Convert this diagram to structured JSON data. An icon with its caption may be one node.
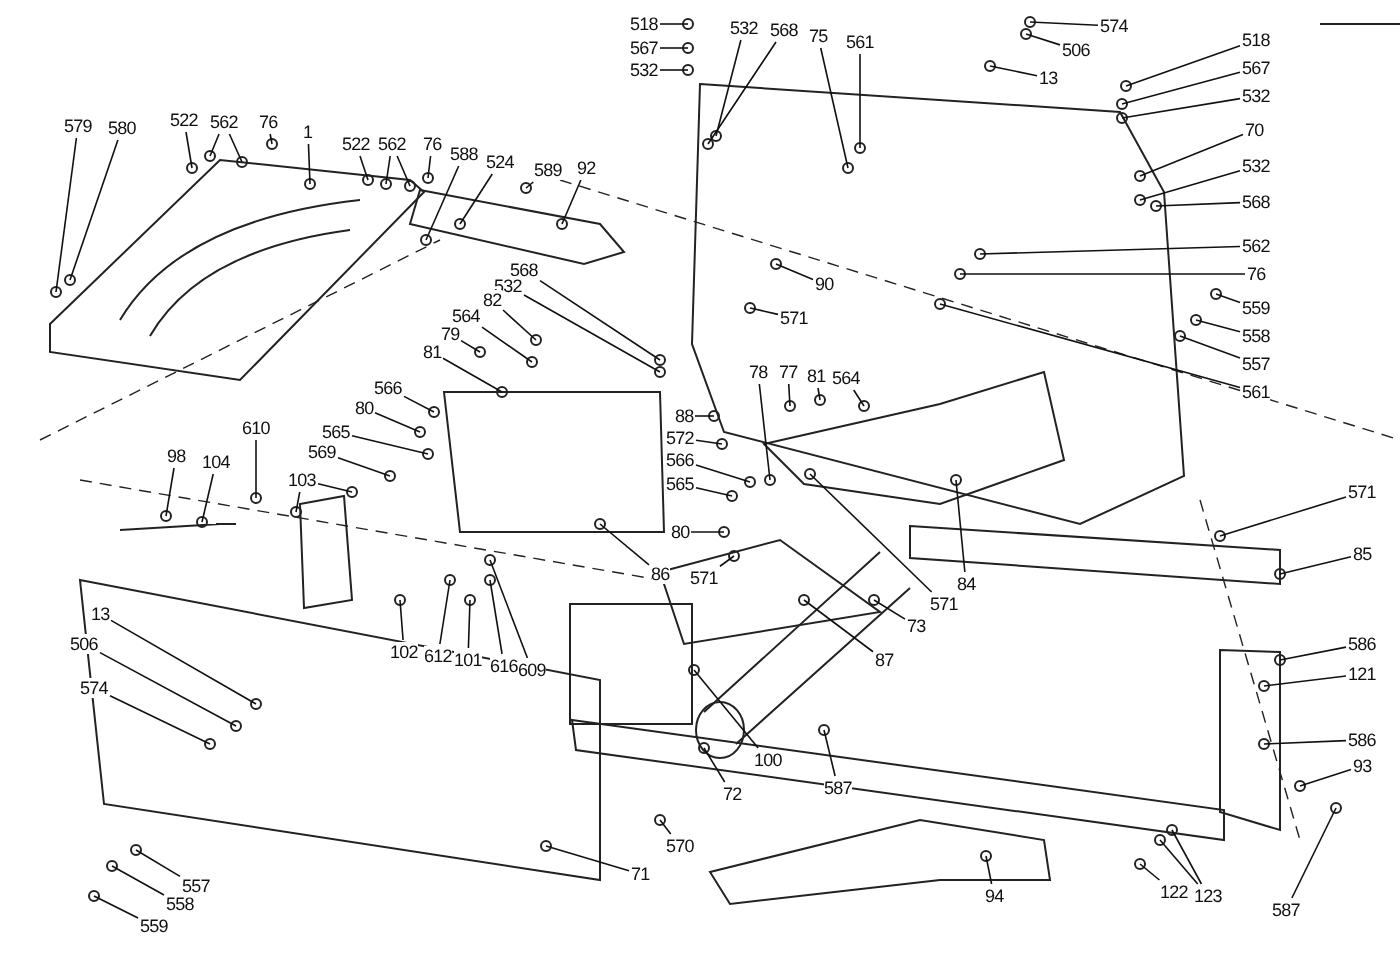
{
  "diagram": {
    "nodes": [
      {
        "text": [
          "579"
        ]
      },
      {
        "text": [
          "580"
        ]
      },
      {
        "text": [
          "522"
        ]
      },
      {
        "text": [
          "562"
        ]
      },
      {
        "text": [
          "76"
        ]
      },
      {
        "text": [
          "1"
        ]
      },
      {
        "text": [
          "522"
        ]
      },
      {
        "text": [
          "562"
        ]
      },
      {
        "text": [
          "76"
        ]
      },
      {
        "text": [
          "588"
        ]
      },
      {
        "text": [
          "524"
        ]
      },
      {
        "text": [
          "589"
        ]
      },
      {
        "text": [
          "92"
        ]
      },
      {
        "text": [
          "568"
        ]
      },
      {
        "text": [
          "532"
        ]
      },
      {
        "text": [
          "82"
        ]
      },
      {
        "text": [
          "564"
        ]
      },
      {
        "text": [
          "79"
        ]
      },
      {
        "text": [
          "81"
        ]
      },
      {
        "text": [
          "566"
        ]
      },
      {
        "text": [
          "80"
        ]
      },
      {
        "text": [
          "565"
        ]
      },
      {
        "text": [
          "610"
        ]
      },
      {
        "text": [
          "98"
        ]
      },
      {
        "text": [
          "104"
        ]
      },
      {
        "text": [
          "103"
        ]
      },
      {
        "text": [
          "569"
        ]
      },
      {
        "text": [
          "518"
        ]
      },
      {
        "text": [
          "567"
        ]
      },
      {
        "text": [
          "532"
        ]
      },
      {
        "text": [
          "532"
        ]
      },
      {
        "text": [
          "568"
        ]
      },
      {
        "text": [
          "75"
        ]
      },
      {
        "text": [
          "561"
        ]
      },
      {
        "text": [
          "574"
        ]
      },
      {
        "text": [
          "506"
        ]
      },
      {
        "text": [
          "13"
        ]
      },
      {
        "text": [
          "518"
        ]
      },
      {
        "text": [
          "567"
        ]
      },
      {
        "text": [
          "532"
        ]
      },
      {
        "text": [
          "70"
        ]
      },
      {
        "text": [
          "532"
        ]
      },
      {
        "text": [
          "568"
        ]
      },
      {
        "text": [
          "562"
        ]
      },
      {
        "text": [
          "76"
        ]
      },
      {
        "text": [
          "559"
        ]
      },
      {
        "text": [
          "558"
        ]
      },
      {
        "text": [
          "557"
        ]
      },
      {
        "text": [
          "561"
        ]
      },
      {
        "text": [
          "90"
        ]
      },
      {
        "text": [
          "571"
        ]
      },
      {
        "text": [
          "78"
        ]
      },
      {
        "text": [
          "77"
        ]
      },
      {
        "text": [
          "81"
        ]
      },
      {
        "text": [
          "564"
        ]
      },
      {
        "text": [
          "88"
        ]
      },
      {
        "text": [
          "572"
        ]
      },
      {
        "text": [
          "566"
        ]
      },
      {
        "text": [
          "565"
        ]
      },
      {
        "text": [
          "80"
        ]
      },
      {
        "text": [
          "86"
        ]
      },
      {
        "text": [
          "571"
        ]
      },
      {
        "text": [
          "84"
        ]
      },
      {
        "text": [
          "571"
        ]
      },
      {
        "text": [
          "73"
        ]
      },
      {
        "text": [
          "87"
        ]
      },
      {
        "text": [
          "571"
        ]
      },
      {
        "text": [
          "85"
        ]
      },
      {
        "text": [
          "586"
        ]
      },
      {
        "text": [
          "121"
        ]
      },
      {
        "text": [
          "586"
        ]
      },
      {
        "text": [
          "93"
        ]
      },
      {
        "text": [
          "587"
        ]
      },
      {
        "text": [
          "587"
        ]
      },
      {
        "text": [
          "100"
        ]
      },
      {
        "text": [
          "72"
        ]
      },
      {
        "text": [
          "570"
        ]
      },
      {
        "text": [
          "94"
        ]
      },
      {
        "text": [
          "122"
        ]
      },
      {
        "text": [
          "123"
        ]
      },
      {
        "text": [
          "102"
        ]
      },
      {
        "text": [
          "612"
        ]
      },
      {
        "text": [
          "101"
        ]
      },
      {
        "text": [
          "616"
        ]
      },
      {
        "text": [
          "609"
        ]
      },
      {
        "text": [
          "13"
        ]
      },
      {
        "text": [
          "506"
        ]
      },
      {
        "text": [
          "574"
        ]
      },
      {
        "text": [
          "557"
        ]
      },
      {
        "text": [
          "558"
        ]
      },
      {
        "text": [
          "559"
        ]
      },
      {
        "text": [
          "71"
        ]
      }
    ],
    "edges": [
      {
        "from": 0,
        "to": null,
        "arrow": "none"
      },
      {
        "from": 1,
        "to": null,
        "arrow": "none"
      },
      {
        "from": 2,
        "to": null,
        "arrow": "none"
      },
      {
        "from": 3,
        "to": null,
        "arrow": "none"
      },
      {
        "from": 3,
        "to": null,
        "arrow": "none"
      },
      {
        "from": 4,
        "to": null,
        "arrow": "none"
      },
      {
        "from": 5,
        "to": null,
        "arrow": "none"
      },
      {
        "from": 6,
        "to": null,
        "arrow": "none"
      },
      {
        "from": 7,
        "to": null,
        "arrow": "none"
      },
      {
        "from": 7,
        "to": null,
        "arrow": "none"
      },
      {
        "from": 8,
        "to": null,
        "arrow": "none"
      },
      {
        "from": 9,
        "to": null,
        "arrow": "none"
      },
      {
        "from": 10,
        "to": null,
        "arrow": "none"
      },
      {
        "from": 11,
        "to": null,
        "arrow": "none"
      },
      {
        "from": 12,
        "to": null,
        "arrow": "none"
      },
      {
        "from": 13,
        "to": null,
        "arrow": "none"
      },
      {
        "from": 14,
        "to": null,
        "arrow": "none"
      },
      {
        "from": 15,
        "to": null,
        "arrow": "none"
      },
      {
        "from": 16,
        "to": null,
        "arrow": "none"
      },
      {
        "from": 17,
        "to": null,
        "arrow": "none"
      },
      {
        "from": 18,
        "to": null,
        "arrow": "none"
      },
      {
        "from": 19,
        "to": null,
        "arrow": "none"
      },
      {
        "from": 20,
        "to": null,
        "arrow": "none"
      },
      {
        "from": 21,
        "to": null,
        "arrow": "none"
      },
      {
        "from": 22,
        "to": null,
        "arrow": "none"
      },
      {
        "from": 23,
        "to": null,
        "arrow": "none"
      },
      {
        "from": 24,
        "to": null,
        "arrow": "none"
      },
      {
        "from": 25,
        "to": null,
        "arrow": "none"
      },
      {
        "from": 25,
        "to": null,
        "arrow": "none"
      },
      {
        "from": 26,
        "to": null,
        "arrow": "none"
      },
      {
        "from": 27,
        "to": null,
        "arrow": "none"
      },
      {
        "from": 28,
        "to": null,
        "arrow": "none"
      },
      {
        "from": 29,
        "to": null,
        "arrow": "none"
      },
      {
        "from": 30,
        "to": null,
        "arrow": "none"
      },
      {
        "from": 31,
        "to": null,
        "arrow": "none"
      },
      {
        "from": 32,
        "to": null,
        "arrow": "none"
      },
      {
        "from": 33,
        "to": null,
        "arrow": "none"
      },
      {
        "from": 34,
        "to": null,
        "arrow": "none"
      },
      {
        "from": 35,
        "to": null,
        "arrow": "none"
      },
      {
        "from": 36,
        "to": null,
        "arrow": "none"
      },
      {
        "from": 37,
        "to": null,
        "arrow": "none"
      },
      {
        "from": 38,
        "to": null,
        "arrow": "none"
      },
      {
        "from": 39,
        "to": null,
        "arrow": "none"
      },
      {
        "from": 40,
        "to": null,
        "arrow": "none"
      },
      {
        "from": 41,
        "to": null,
        "arrow": "none"
      },
      {
        "from": 42,
        "to": null,
        "arrow": "none"
      },
      {
        "from": 43,
        "to": null,
        "arrow": "none"
      },
      {
        "from": 44,
        "to": null,
        "arrow": "none"
      },
      {
        "from": 45,
        "to": null,
        "arrow": "none"
      },
      {
        "from": 46,
        "to": null,
        "arrow": "none"
      },
      {
        "from": 47,
        "to": null,
        "arrow": "none"
      },
      {
        "from": 48,
        "to": null,
        "arrow": "none"
      },
      {
        "from": 49,
        "to": null,
        "arrow": "none"
      },
      {
        "from": 50,
        "to": null,
        "arrow": "none"
      },
      {
        "from": 51,
        "to": null,
        "arrow": "none"
      },
      {
        "from": 52,
        "to": null,
        "arrow": "none"
      },
      {
        "from": 53,
        "to": null,
        "arrow": "none"
      },
      {
        "from": 54,
        "to": null,
        "arrow": "none"
      },
      {
        "from": 55,
        "to": null,
        "arrow": "none"
      },
      {
        "from": 56,
        "to": null,
        "arrow": "none"
      },
      {
        "from": 57,
        "to": null,
        "arrow": "none"
      },
      {
        "from": 58,
        "to": null,
        "arrow": "none"
      },
      {
        "from": 59,
        "to": null,
        "arrow": "none"
      },
      {
        "from": 60,
        "to": null,
        "arrow": "none"
      },
      {
        "from": 61,
        "to": null,
        "arrow": "none"
      },
      {
        "from": 62,
        "to": null,
        "arrow": "none"
      },
      {
        "from": 63,
        "to": null,
        "arrow": "none"
      },
      {
        "from": 64,
        "to": null,
        "arrow": "none"
      },
      {
        "from": 65,
        "to": null,
        "arrow": "none"
      },
      {
        "from": 66,
        "to": null,
        "arrow": "none"
      },
      {
        "from": 67,
        "to": null,
        "arrow": "none"
      },
      {
        "from": 68,
        "to": null,
        "arrow": "none"
      },
      {
        "from": 69,
        "to": null,
        "arrow": "none"
      },
      {
        "from": 70,
        "to": null,
        "arrow": "none"
      },
      {
        "from": 71,
        "to": null,
        "arrow": "none"
      },
      {
        "from": 72,
        "to": null,
        "arrow": "none"
      },
      {
        "from": 73,
        "to": null,
        "arrow": "none"
      },
      {
        "from": 74,
        "to": null,
        "arrow": "none"
      },
      {
        "from": 75,
        "to": null,
        "arrow": "none"
      },
      {
        "from": 76,
        "to": null,
        "arrow": "none"
      },
      {
        "from": 77,
        "to": null,
        "arrow": "none"
      },
      {
        "from": 78,
        "to": null,
        "arrow": "none"
      },
      {
        "from": 79,
        "to": null,
        "arrow": "none"
      },
      {
        "from": 79,
        "to": null,
        "arrow": "none"
      },
      {
        "from": 80,
        "to": null,
        "arrow": "none"
      },
      {
        "from": 81,
        "to": null,
        "arrow": "none"
      },
      {
        "from": 82,
        "to": null,
        "arrow": "none"
      },
      {
        "from": 83,
        "to": null,
        "arrow": "none"
      },
      {
        "from": 84,
        "to": null,
        "arrow": "none"
      },
      {
        "from": 85,
        "to": null,
        "arrow": "none"
      },
      {
        "from": 86,
        "to": null,
        "arrow": "none"
      },
      {
        "from": 87,
        "to": null,
        "arrow": "none"
      },
      {
        "from": 88,
        "to": null,
        "arrow": "none"
      },
      {
        "from": 89,
        "to": null,
        "arrow": "none"
      },
      {
        "from": 90,
        "to": null,
        "arrow": "none"
      },
      {
        "from": 91,
        "to": null,
        "arrow": "none"
      }
    ]
  }
}
